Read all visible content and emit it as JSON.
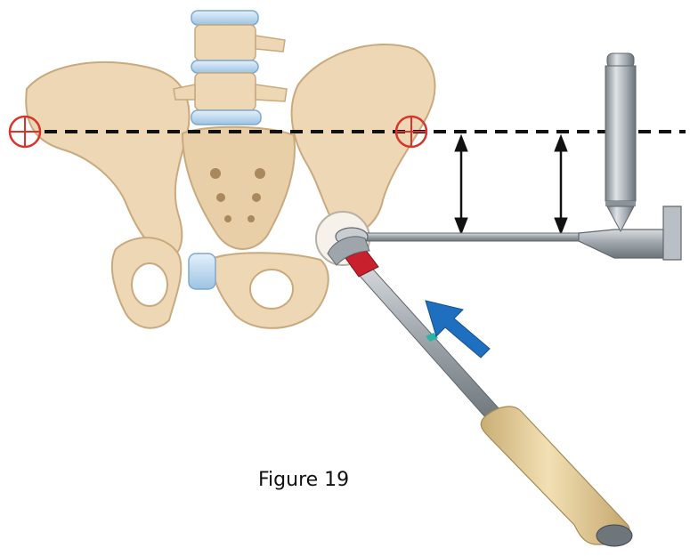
{
  "figure": {
    "caption": "Figure 19",
    "elements": [
      "pelvis",
      "lumbar-spine",
      "iliac-crest-landmark-left",
      "iliac-crest-landmark-right",
      "horizontal-reference-line",
      "measurement-arrows",
      "leg-length-gauge",
      "pin",
      "reamer-handle",
      "insertion-direction-arrow"
    ]
  },
  "colors": {
    "bone": "#eed7b4",
    "bone_shadow": "#c9a97d",
    "disc": "#b9d6ec",
    "landmark_red": "#d8342a",
    "line_black": "#111111",
    "metal": "#aab0b5",
    "metal_dark": "#6f777d",
    "handle_wood": "#e6cf99",
    "arrow_blue": "#1f6fc0",
    "reamer_red": "#c8202c"
  }
}
